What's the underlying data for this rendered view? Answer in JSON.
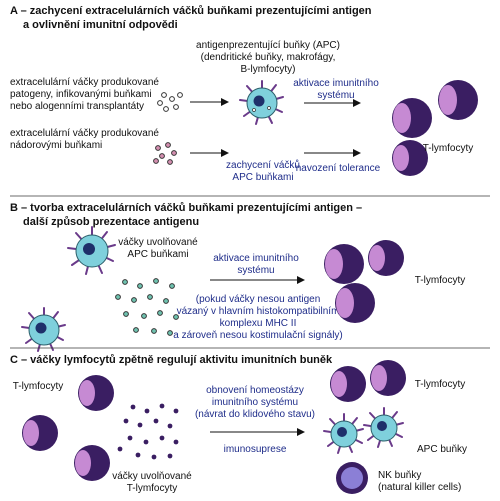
{
  "colors": {
    "black": "#111111",
    "blue_text": "#1f2d8a",
    "divider": "#3a3a3a",
    "apc_fill": "#7fd0dc",
    "apc_spike": "#6a3a8a",
    "t_cell_outer": "#3a1e62",
    "t_cell_inner": "#c68ad3",
    "vesicle_teal": "#6fc3b0",
    "vesicle_pink": "#d48fb0",
    "vesicle_outline": "#333333"
  },
  "sectionA": {
    "title_line1": "A – zachycení extracelulárních váčků buňkami prezentujícími antigen",
    "title_line2": "a ovlivnění imunitní odpovědi",
    "apc_label_1": "antigenprezentující buňky (APC)",
    "apc_label_2": "(dendritické buňky, makrofágy,",
    "apc_label_3": "B-lymfocyty)",
    "source1_line1": "extracelulární váčky produkované",
    "source1_line2": "patogeny, infikovanými buňkami",
    "source1_line3": "nebo alogenními transplantáty",
    "source2_line1": "extracelulární váčky produkované",
    "source2_line2": "nádorovými buňkami",
    "capture_line1": "zachycení váčků",
    "capture_line2": "APC buňkami",
    "activation_line1": "aktivace imunitního",
    "activation_line2": "systému",
    "tolerance": "navození tolerance",
    "tcells_label": "T-lymfocyty"
  },
  "sectionB": {
    "title_line1": "B – tvorba extracelulárních váčků buňkami prezentujícími antigen –",
    "title_line2": "další způsob prezentace antigenu",
    "released_line1": "váčky uvolňované",
    "released_line2": "APC buňkami",
    "activation_line1": "aktivace imunitního",
    "activation_line2": "systému",
    "note_line1": "(pokud váčky nesou antigen",
    "note_line2": "vázaný v hlavním histokompatibilním",
    "note_line3": "komplexu MHC II",
    "note_line4": "a zároveň nesou kostimulační signály)",
    "tcells_label": "T-lymfocyty"
  },
  "sectionC": {
    "title": "C – váčky lymfocytů zpětně regulují aktivitu imunitních buněk",
    "tcells_left": "T-lymfocyty",
    "homeo_line1": "obnovení homeostázy",
    "homeo_line2": "imunitního systému",
    "homeo_line3": "(návrat do klidového stavu)",
    "immuno": "imunosuprese",
    "released_line1": "váčky uvolňované",
    "released_line2": "T-lymfocyty",
    "tcells_right": "T-lymfocyty",
    "apc_label": "APC buňky",
    "nk_line1": "NK buňky",
    "nk_line2": "(natural killer cells)"
  }
}
